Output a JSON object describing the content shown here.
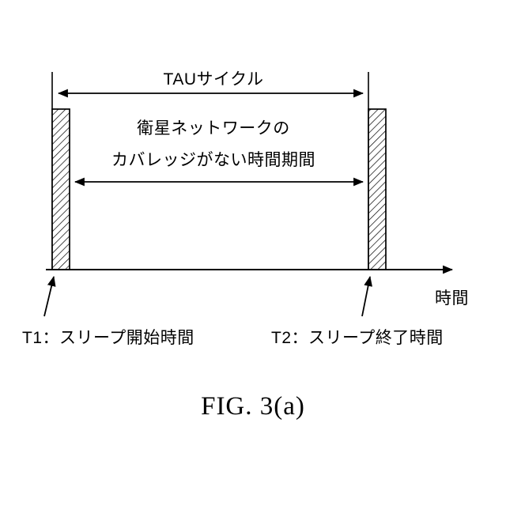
{
  "diagram": {
    "tau_cycle_label": "TAUサイクル",
    "coverage_label_line1": "衛星ネットワークの",
    "coverage_label_line2": "カバレッジがない時間期間",
    "time_axis_label": "時間",
    "t1_label": "T1：スリープ開始時間",
    "t2_label": "T2：スリープ終了時間",
    "caption": "FIG. 3(a)",
    "colors": {
      "line": "#000000",
      "background": "#ffffff"
    }
  }
}
